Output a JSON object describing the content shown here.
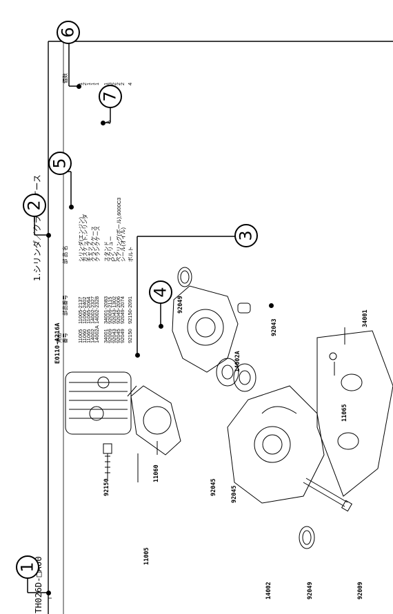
{
  "page": {
    "model": "TH026D-□A00",
    "diagram_code": "E0110-A216A",
    "section_title": "1.シリンダ／クランクケース"
  },
  "callouts": [
    "1",
    "2",
    "3",
    "4",
    "5",
    "6",
    "7"
  ],
  "table": {
    "headers": {
      "ref_top": "見出",
      "ref_bottom": "番号",
      "part_no": "部品番号",
      "part_name": "部 品 名",
      "qty": "個数",
      "variant": "A"
    },
    "rows": [
      {
        "ref": "11005",
        "part_no": "11005-2137",
        "name": "シリンダ(エンジン)",
        "qty": "1"
      },
      {
        "ref": "11060",
        "part_no": "11060-2402",
        "name": "ガスケット,シリンダ",
        "qty": "2"
      },
      {
        "ref": "11065",
        "part_no": "11065-2064",
        "name": "キャップ",
        "qty": "1"
      },
      {
        "ref": "14002",
        "part_no": "14002-2327",
        "name": "クランクケース",
        "qty": "1"
      },
      {
        "ref": "14002A",
        "part_no": "14002-2328",
        "name": "クランクケース",
        "qty": "1"
      },
      {
        "ref": "34001",
        "part_no": "34001-2083",
        "name": "スタンド",
        "qty": "1"
      },
      {
        "ref": "92009",
        "part_no": "92009-2115",
        "name": "スクリュー",
        "qty": "3"
      },
      {
        "ref": "92043",
        "part_no": "92043-1302",
        "name": "ピン",
        "qty": "2"
      },
      {
        "ref": "92045",
        "part_no": "92045-2006",
        "name": "ベアリング(ボール),6000C3",
        "qty": "2"
      },
      {
        "ref": "92049",
        "part_no": "92049-2074",
        "name": "シール(オイル)",
        "qty": "2"
      },
      {
        "ref": "92150",
        "part_no": "92150-2091",
        "name": "ボルト",
        "qty": "4"
      }
    ]
  },
  "diagram_labels": [
    "11005",
    "92150",
    "11060",
    "92049",
    "14002A",
    "92045",
    "92045",
    "92043",
    "14002",
    "92049",
    "92009",
    "11065",
    "34001"
  ]
}
